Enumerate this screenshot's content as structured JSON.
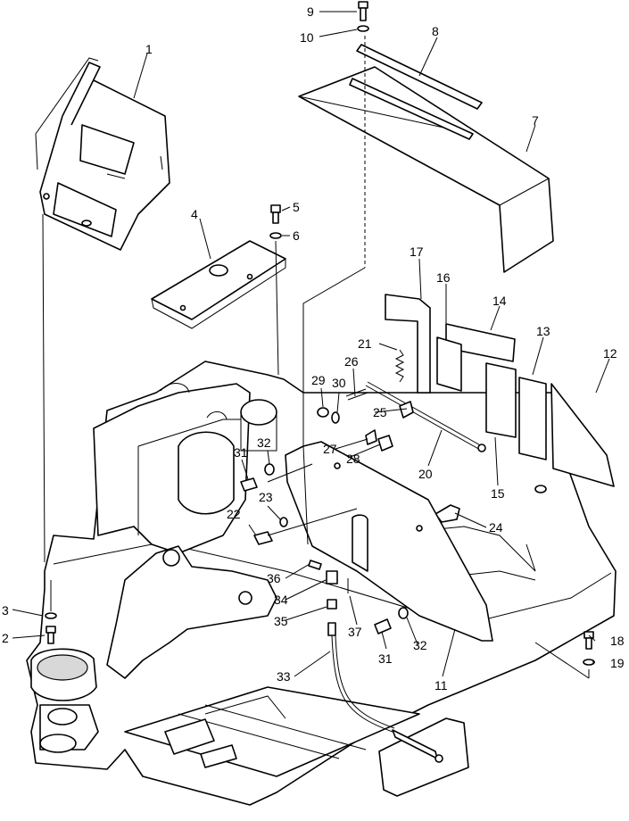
{
  "callouts": [
    {
      "id": "c1",
      "label": "1"
    },
    {
      "id": "c2",
      "label": "2"
    },
    {
      "id": "c3",
      "label": "3"
    },
    {
      "id": "c4",
      "label": "4"
    },
    {
      "id": "c5",
      "label": "5"
    },
    {
      "id": "c6",
      "label": "6"
    },
    {
      "id": "c7",
      "label": "7"
    },
    {
      "id": "c8",
      "label": "8"
    },
    {
      "id": "c9",
      "label": "9"
    },
    {
      "id": "c10",
      "label": "10"
    },
    {
      "id": "c11",
      "label": "11"
    },
    {
      "id": "c12",
      "label": "12"
    },
    {
      "id": "c13",
      "label": "13"
    },
    {
      "id": "c14",
      "label": "14"
    },
    {
      "id": "c15",
      "label": "15"
    },
    {
      "id": "c16",
      "label": "16"
    },
    {
      "id": "c17",
      "label": "17"
    },
    {
      "id": "c18",
      "label": "18"
    },
    {
      "id": "c19",
      "label": "19"
    },
    {
      "id": "c20",
      "label": "20"
    },
    {
      "id": "c21",
      "label": "21"
    },
    {
      "id": "c22",
      "label": "22"
    },
    {
      "id": "c23",
      "label": "23"
    },
    {
      "id": "c24",
      "label": "24"
    },
    {
      "id": "c25",
      "label": "25"
    },
    {
      "id": "c26",
      "label": "26"
    },
    {
      "id": "c27",
      "label": "27"
    },
    {
      "id": "c28",
      "label": "28"
    },
    {
      "id": "c29",
      "label": "29"
    },
    {
      "id": "c30",
      "label": "30"
    },
    {
      "id": "c31a",
      "label": "31"
    },
    {
      "id": "c31b",
      "label": "31"
    },
    {
      "id": "c32a",
      "label": "32"
    },
    {
      "id": "c32b",
      "label": "32"
    },
    {
      "id": "c33",
      "label": "33"
    },
    {
      "id": "c34",
      "label": "34"
    },
    {
      "id": "c35",
      "label": "35"
    },
    {
      "id": "c36",
      "label": "36"
    },
    {
      "id": "c37",
      "label": "37"
    }
  ]
}
